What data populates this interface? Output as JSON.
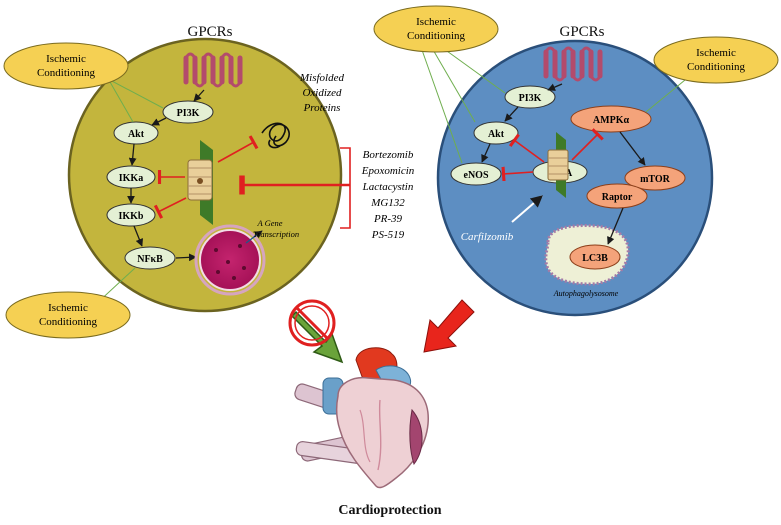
{
  "left_cell": {
    "receptor": "GPCRs",
    "nodes": {
      "pi3k": "PI3K",
      "akt": "Akt",
      "ikka": "IKKa",
      "ikkb": "IKKb",
      "nfkb": "NFκB"
    },
    "misfolded_lines": [
      "Misfolded",
      "Oxidized",
      "Proteins"
    ],
    "gene_lines": [
      "A Gene",
      "Transcription"
    ],
    "conditioning_top_lines": [
      "Ischemic",
      "Conditioning"
    ],
    "conditioning_bottom_lines": [
      "Ischemic",
      "Conditioning"
    ]
  },
  "inhibitors": [
    "Bortezomib",
    "Epoxomicin",
    "Lactacystin",
    "MG132",
    "PR-39",
    "PS-519"
  ],
  "right_cell": {
    "receptor": "GPCRs",
    "nodes": {
      "pi3k": "PI3K",
      "akt": "Akt",
      "enos": "eNOS",
      "pp2a": "PP2A",
      "ampk": "AMPKα",
      "mtor": "mTOR",
      "raptor": "Raptor",
      "lc3b": "LC3B"
    },
    "carfilzomib": "Carfilzomib",
    "autophagosome": "Autophagolysosome",
    "conditioning_left_lines": [
      "Ischemic",
      "Conditioning"
    ],
    "conditioning_right_lines": [
      "Ischemic",
      "Conditioning"
    ]
  },
  "outcome": "Cardioprotection",
  "colors": {
    "left_cell_fill": "#c3b53d",
    "right_cell_fill": "#5d8ec2",
    "oval_fill": "#f5d053",
    "node_fill": "#e4f0d4",
    "orange_node_fill": "#f4a37a",
    "inhibit_red": "#e02020",
    "arrow_red": "#e8251c",
    "arrow_green": "#6aa33a",
    "link_green": "#6fae4e"
  }
}
